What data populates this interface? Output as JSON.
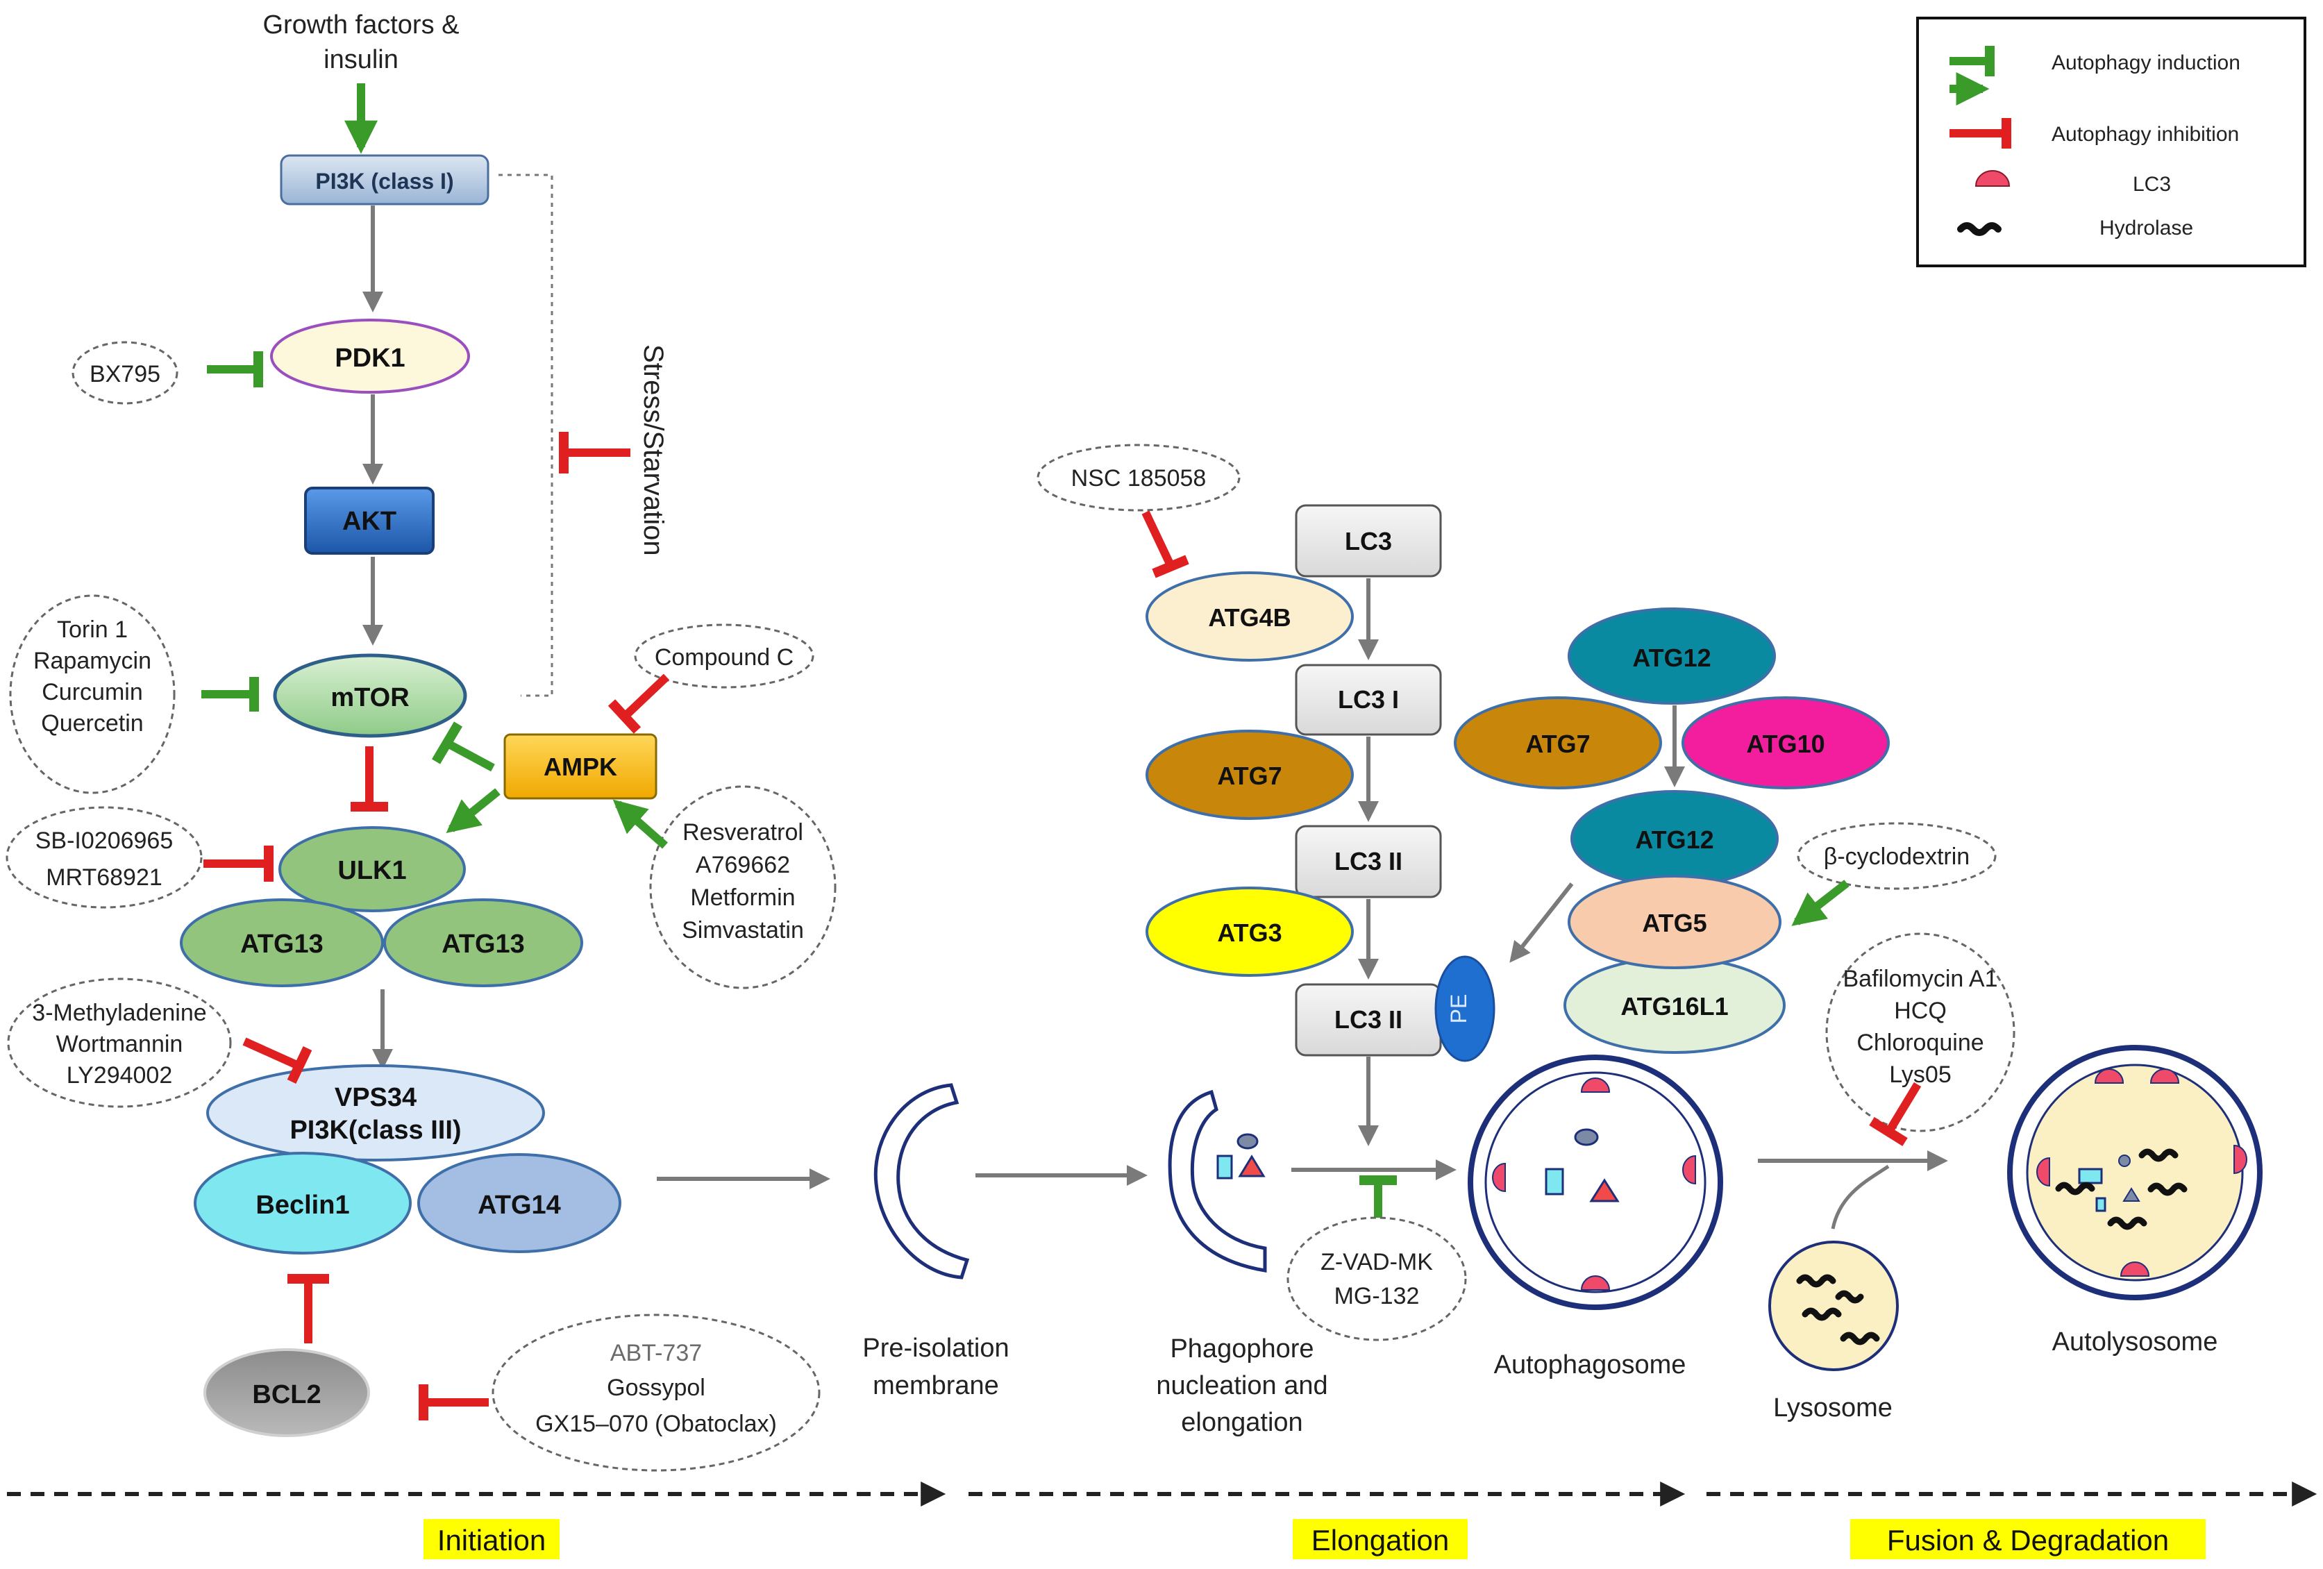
{
  "inputs": {
    "growth_line1": "Growth factors &",
    "growth_line2": "insulin",
    "stress": "Stress/Starvation"
  },
  "nodes": {
    "pi3k_class1": "PI3K (class I)",
    "pdk1": "PDK1",
    "akt": "AKT",
    "mtor": "mTOR",
    "ampk": "AMPK",
    "ulk1": "ULK1",
    "atg13_left": "ATG13",
    "atg13_right": "ATG13",
    "vps34_line1": "VPS34",
    "vps34_line2": "PI3K(class III)",
    "beclin1": "Beclin1",
    "atg14": "ATG14",
    "bcl2": "BCL2",
    "lc3": "LC3",
    "lc3_i": "LC3 I",
    "lc3_ii_a": "LC3 II",
    "lc3_ii_b": "LC3 II",
    "atg4b": "ATG4B",
    "atg7_left": "ATG7",
    "atg3": "ATG3",
    "pe": "PE",
    "atg12_top": "ATG12",
    "atg7_right": "ATG7",
    "atg10": "ATG10",
    "atg12_mid": "ATG12",
    "atg5": "ATG5",
    "atg16l1": "ATG16L1"
  },
  "drugs": {
    "bx795": "BX795",
    "torin": [
      "Torin 1",
      "Rapamycin",
      "Curcumin",
      "Quercetin"
    ],
    "sb": [
      "SB-I0206965",
      "MRT68921"
    ],
    "methyladenine": [
      "3-Methyladenine",
      "Wortmannin",
      "LY294002"
    ],
    "compound_c": "Compound C",
    "resveratrol": [
      "Resveratrol",
      "A769662",
      "Metformin",
      "Simvastatin"
    ],
    "abt": [
      "ABT-737",
      "Gossypol",
      "GX15–070 (Obatoclax)"
    ],
    "nsc": "NSC 185058",
    "cyclodextrin": "β-cyclodextrin",
    "zvad": [
      "Z-VAD-MK",
      "MG-132"
    ],
    "bafilomycin": [
      "Bafilomycin A1",
      "HCQ",
      "Chloroquine",
      "Lys05"
    ]
  },
  "structures": {
    "preisolation": [
      "Pre-isolation",
      "membrane"
    ],
    "phagophore": [
      "Phagophore",
      "nucleation and",
      "elongation"
    ],
    "autophagosome": "Autophagosome",
    "lysosome": "Lysosome",
    "autolysosome": "Autolysosome"
  },
  "stages": {
    "initiation": "Initiation",
    "elongation": "Elongation",
    "fusion": "Fusion & Degradation"
  },
  "legend": {
    "induction": "Autophagy  induction",
    "inhibition": "Autophagy  inhibition",
    "lc3": "LC3",
    "hydrolase": "Hydrolase"
  },
  "colors": {
    "induction_green": "#3a9a2a",
    "inhibition_red": "#e02020",
    "arrow_gray": "#7a7a7a",
    "stage_highlight": "#ffff00",
    "pi3k_blue": "#b8cce4",
    "akt_blue": "#2f6fc4",
    "mtor_green": "#9fd59a",
    "ampk_yellow": "#ffc000",
    "ulk_green": "#93c47d",
    "vps34_lightblue": "#dae8f7",
    "beclin_cyan": "#7fe7f0",
    "atg14_blue": "#a3bde3",
    "bcl2_gray": "#9e9e9e",
    "atg4b_cream": "#fcefd0",
    "atg7_ochre": "#c8860b",
    "atg3_yellow": "#ffff00",
    "pe_blue": "#1f6fd0",
    "atg12_teal": "#0a8aa0",
    "atg10_magenta": "#f21e9e",
    "atg5_peach": "#f8cbad",
    "atg16l1_mint": "#e2f0d9",
    "lysosome_cream": "#fbefc4",
    "lc3_pink": "#f04a6a"
  }
}
